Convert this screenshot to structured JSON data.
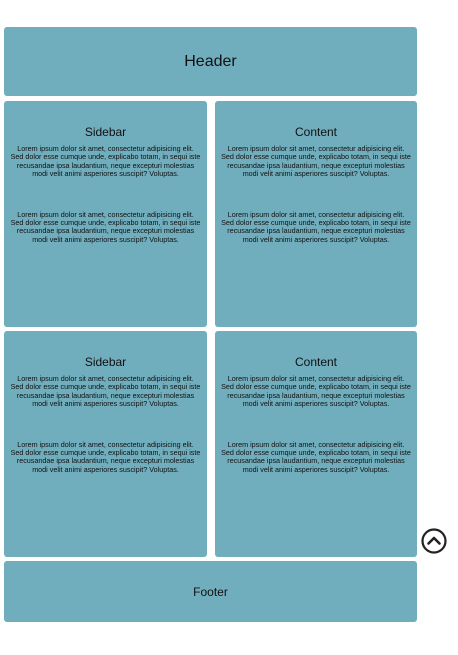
{
  "header": {
    "title": "Header"
  },
  "footer": {
    "title": "Footer"
  },
  "rows": [
    {
      "sidebar": {
        "title": "Sidebar",
        "paragraphs": [
          "Lorem ipsum dolor sit amet, consectetur adipisicing elit. Sed dolor esse cumque unde, explicabo totam, in sequi iste recusandae ipsa laudantium, neque excepturi molestias modi velit animi asperiores suscipit? Voluptas.",
          "Lorem ipsum dolor sit amet, consectetur adipisicing elit. Sed dolor esse cumque unde, explicabo totam, in sequi iste recusandae ipsa laudantium, neque excepturi molestias modi velit animi asperiores suscipit? Voluptas."
        ]
      },
      "content": {
        "title": "Content",
        "paragraphs": [
          "Lorem ipsum dolor sit amet, consectetur adipisicing elit. Sed dolor esse cumque unde, explicabo totam, in sequi iste recusandae ipsa laudantium, neque excepturi molestias modi velit animi asperiores suscipit? Voluptas.",
          "Lorem ipsum dolor sit amet, consectetur adipisicing elit. Sed dolor esse cumque unde, explicabo totam, in sequi iste recusandae ipsa laudantium, neque excepturi molestias modi velit animi asperiores suscipit? Voluptas."
        ]
      }
    },
    {
      "sidebar": {
        "title": "Sidebar",
        "paragraphs": [
          "Lorem ipsum dolor sit amet, consectetur adipisicing elit. Sed dolor esse cumque unde, explicabo totam, in sequi iste recusandae ipsa laudantium, neque excepturi molestias modi velit animi asperiores suscipit? Voluptas.",
          "Lorem ipsum dolor sit amet, consectetur adipisicing elit. Sed dolor esse cumque unde, explicabo totam, in sequi iste recusandae ipsa laudantium, neque excepturi molestias modi velit animi asperiores suscipit? Voluptas."
        ]
      },
      "content": {
        "title": "Content",
        "paragraphs": [
          "Lorem ipsum dolor sit amet, consectetur adipisicing elit. Sed dolor esse cumque unde, explicabo totam, in sequi iste recusandae ipsa laudantium, neque excepturi molestias modi velit animi asperiores suscipit? Voluptas.",
          "Lorem ipsum dolor sit amet, consectetur adipisicing elit. Sed dolor esse cumque unde, explicabo totam, in sequi iste recusandae ipsa laudantium, neque excepturi molestias modi velit animi asperiores suscipit? Voluptas."
        ]
      }
    }
  ],
  "scroll_top_button": {
    "icon": "chevron-up-circle-icon"
  },
  "colors": {
    "panel": "#70adbd",
    "text": "#111111",
    "background": "#ffffff"
  }
}
